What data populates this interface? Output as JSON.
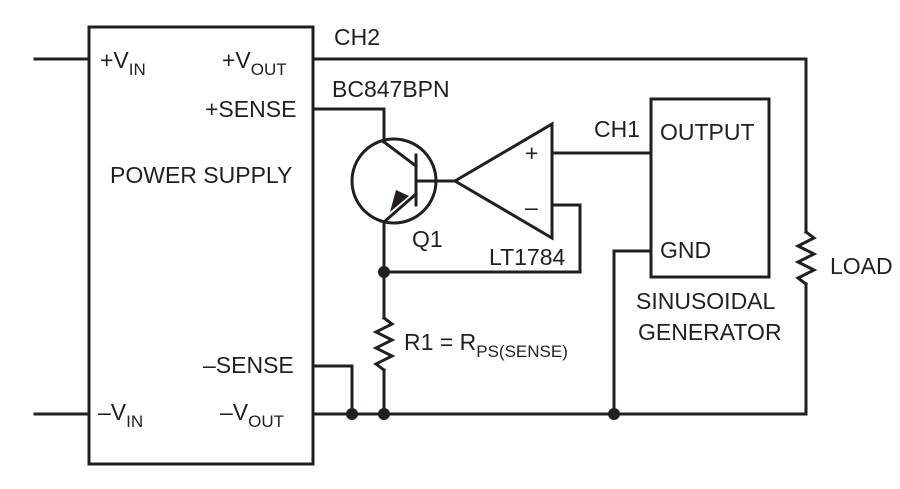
{
  "power_supply": {
    "title": "POWER SUPPLY",
    "vin_pos": "+V",
    "vin_pos_sub": "IN",
    "vout_pos": "+V",
    "vout_pos_sub": "OUT",
    "sense_pos": "+SENSE",
    "sense_neg": "–SENSE",
    "vin_neg": "–V",
    "vin_neg_sub": "IN",
    "vout_neg": "–V",
    "vout_neg_sub": "OUT"
  },
  "transistor": {
    "part": "BC847BPN",
    "ref": "Q1"
  },
  "opamp": {
    "part": "LT1784",
    "plus": "+",
    "minus": "–"
  },
  "resistor": {
    "label": "R1 = R",
    "label_sub": "PS(SENSE)"
  },
  "generator": {
    "output": "OUTPUT",
    "gnd": "GND",
    "title_line1": "SINUSOIDAL",
    "title_line2": "GENERATOR"
  },
  "load": {
    "label": "LOAD"
  },
  "probes": {
    "ch1": "CH1",
    "ch2": "CH2"
  }
}
